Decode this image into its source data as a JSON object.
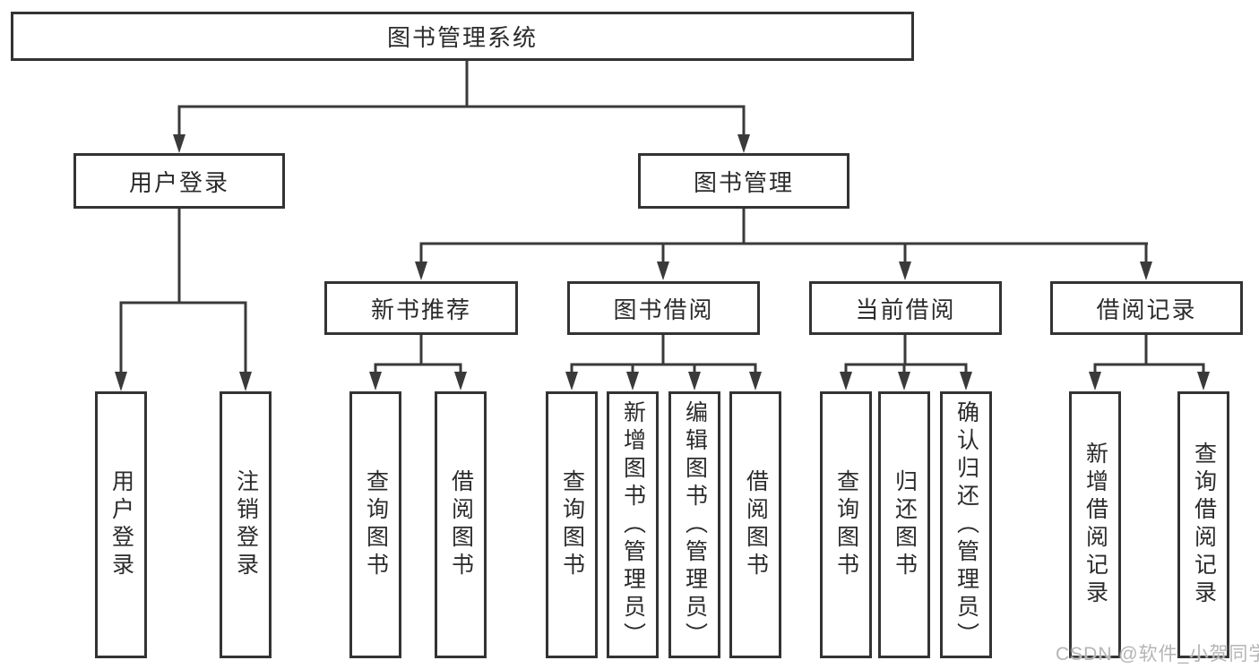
{
  "diagram": {
    "type": "hierarchy-tree",
    "line_color": "#3a3a3a",
    "box_border_color": "#333333",
    "text_color": "#2b2b2b",
    "background_color": "#ffffff",
    "tree": {
      "label": "图书管理系统",
      "children": [
        {
          "label": "用户登录",
          "children": [
            {
              "label": "用户登录"
            },
            {
              "label": "注销登录"
            }
          ]
        },
        {
          "label": "图书管理",
          "children": [
            {
              "label": "新书推荐",
              "children": [
                {
                  "label": "查询图书"
                },
                {
                  "label": "借阅图书"
                }
              ]
            },
            {
              "label": "图书借阅",
              "children": [
                {
                  "label": "查询图书"
                },
                {
                  "label": "新增图书（管理员）"
                },
                {
                  "label": "编辑图书（管理员）"
                },
                {
                  "label": "借阅图书"
                }
              ]
            },
            {
              "label": "当前借阅",
              "children": [
                {
                  "label": "查询图书"
                },
                {
                  "label": "归还图书"
                },
                {
                  "label": "确认归还（管理员）"
                }
              ]
            },
            {
              "label": "借阅记录",
              "children": [
                {
                  "label": "新增借阅记录"
                },
                {
                  "label": "查询借阅记录"
                }
              ]
            }
          ]
        }
      ]
    },
    "watermark": {
      "text": "CSDN @软件_小贺同学",
      "color": "#b5b5b5"
    }
  }
}
